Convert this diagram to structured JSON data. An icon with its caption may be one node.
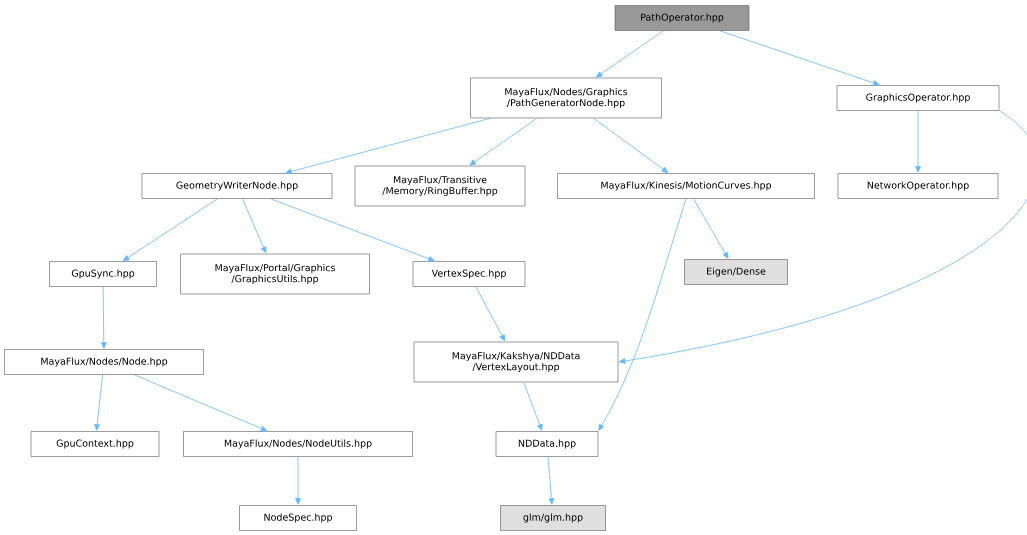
{
  "diagram": {
    "nodes": [
      {
        "text": [
          "PathOperator.hpp"
        ]
      },
      {
        "text": [
          "MayaFlux/Nodes/Graphics /PathGeneratorNode.hpp"
        ]
      },
      {
        "text": [
          "GraphicsOperator.hpp"
        ]
      },
      {
        "text": [
          "GeometryWriterNode.hpp"
        ]
      },
      {
        "text": [
          "MayaFlux/Transitive /Memory/RingBuffer.hpp"
        ]
      },
      {
        "text": [
          "MayaFlux/Kinesis/MotionCurves.hpp"
        ]
      },
      {
        "text": [
          "NetworkOperator.hpp"
        ]
      },
      {
        "text": [
          "GpuSync.hpp"
        ]
      },
      {
        "text": [
          "MayaFlux/Portal/Graphics /GraphicsUtils.hpp"
        ]
      },
      {
        "text": [
          "VertexSpec.hpp"
        ]
      },
      {
        "text": [
          "Eigen/Dense"
        ]
      },
      {
        "text": [
          "MayaFlux/Nodes/Node.hpp"
        ]
      },
      {
        "text": [
          "MayaFlux/Kakshya/NDData /VertexLayout.hpp"
        ]
      },
      {
        "text": [
          "GpuContext.hpp"
        ]
      },
      {
        "text": [
          "MayaFlux/Nodes/NodeUtils.hpp"
        ]
      },
      {
        "text": [
          "NDData.hpp"
        ]
      },
      {
        "text": [
          "NodeSpec.hpp"
        ]
      },
      {
        "text": [
          "glm/glm.hpp"
        ]
      }
    ],
    "edges": [
      {
        "from": 0,
        "to": 1,
        "arrow": "to"
      },
      {
        "from": 0,
        "to": 2,
        "arrow": "to"
      },
      {
        "from": 1,
        "to": 3,
        "arrow": "to"
      },
      {
        "from": 1,
        "to": 4,
        "arrow": "to"
      },
      {
        "from": 1,
        "to": 5,
        "arrow": "to"
      },
      {
        "from": 2,
        "to": 6,
        "arrow": "to"
      },
      {
        "from": 2,
        "to": 12,
        "arrow": "to"
      },
      {
        "from": 3,
        "to": 7,
        "arrow": "to"
      },
      {
        "from": 3,
        "to": 8,
        "arrow": "to"
      },
      {
        "from": 3,
        "to": 9,
        "arrow": "to"
      },
      {
        "from": 5,
        "to": 10,
        "arrow": "to"
      },
      {
        "from": 5,
        "to": 15,
        "arrow": "to"
      },
      {
        "from": 7,
        "to": 11,
        "arrow": "to"
      },
      {
        "from": 9,
        "to": 12,
        "arrow": "to"
      },
      {
        "from": 11,
        "to": 13,
        "arrow": "to"
      },
      {
        "from": 11,
        "to": 14,
        "arrow": "to"
      },
      {
        "from": 12,
        "to": 15,
        "arrow": "to"
      },
      {
        "from": 14,
        "to": 16,
        "arrow": "to"
      },
      {
        "from": 15,
        "to": 17,
        "arrow": "to"
      }
    ]
  }
}
